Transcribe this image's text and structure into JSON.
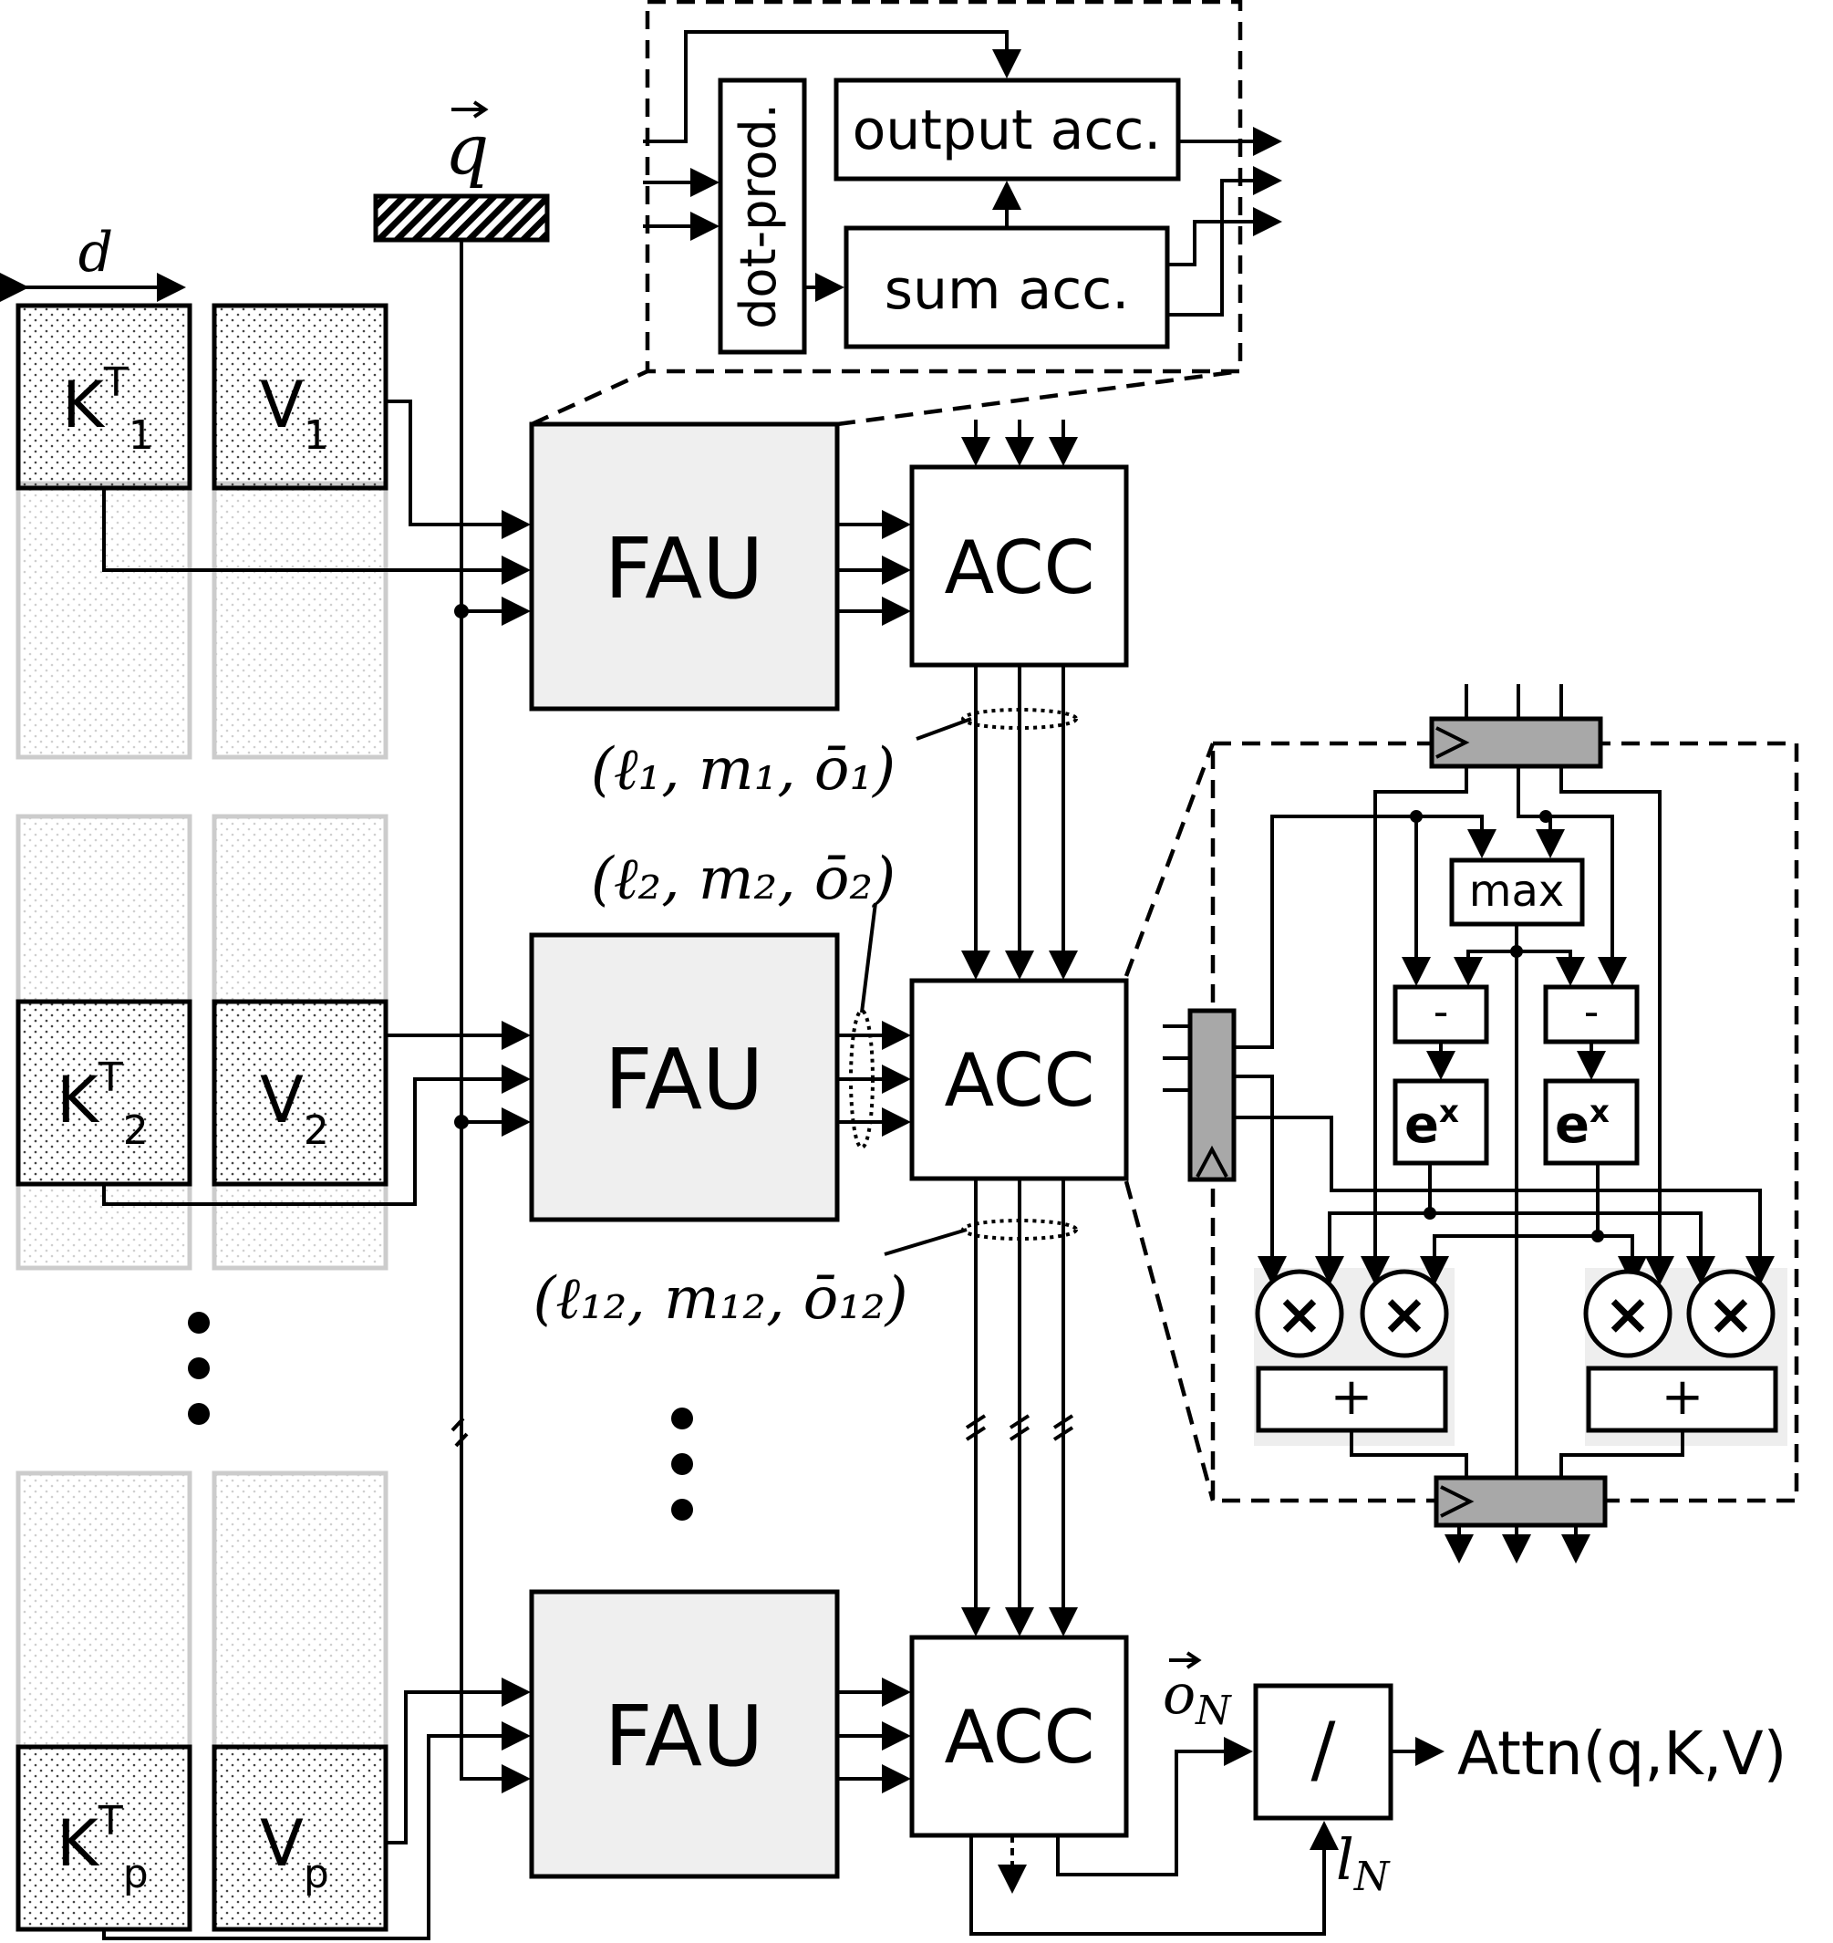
{
  "labels": {
    "q": "q",
    "d": "d",
    "k1_base": "K",
    "k1_sup": "T",
    "k1_sub": "1",
    "v1_base": "V",
    "v1_sub": "1",
    "k2_base": "K",
    "k2_sup": "T",
    "k2_sub": "2",
    "v2_base": "V",
    "v2_sub": "2",
    "kp_base": "K",
    "kp_sup": "T",
    "kp_sub": "p",
    "vp_base": "V",
    "vp_sub": "p",
    "fau": "FAU",
    "acc": "ACC",
    "dot_prod": "dot-prod.",
    "output_acc": "output acc.",
    "sum_acc": "sum acc.",
    "tuple1": "(ℓ₁, m₁, ō₁)",
    "tuple2": "(ℓ₂, m₂, ō₂)",
    "tuple12": "(ℓ₁₂, m₁₂, ō₁₂)",
    "max": "max",
    "minus": "-",
    "ex_base": "e",
    "ex_sup": "x",
    "times": "×",
    "plus": "+",
    "o_n": "o",
    "o_n_sub": "N",
    "divide": "/",
    "l_n": "l",
    "l_n_sub": "N",
    "attn": "Attn(q,K,V)",
    "ellipsis": "⋮"
  },
  "colors": {
    "fau_fill": "#efefef",
    "register_fill": "#a8a8a8",
    "ghost_stroke": "#cccccc",
    "stroke": "#000000"
  }
}
